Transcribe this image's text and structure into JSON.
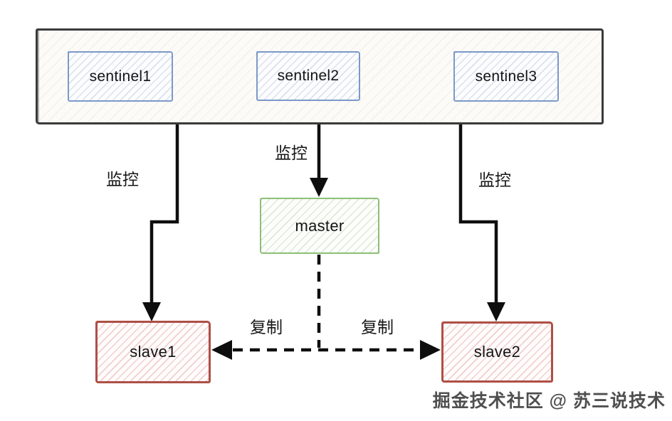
{
  "diagram": {
    "nodes": {
      "sentinel1": {
        "label": "sentinel1"
      },
      "sentinel2": {
        "label": "sentinel2"
      },
      "sentinel3": {
        "label": "sentinel3"
      },
      "master": {
        "label": "master"
      },
      "slave1": {
        "label": "slave1"
      },
      "slave2": {
        "label": "slave2"
      }
    },
    "edge_labels": {
      "monitor_left": "监控",
      "monitor_middle": "监控",
      "monitor_right": "监控",
      "replicate_left": "复制",
      "replicate_right": "复制"
    },
    "watermark": "掘金技术社区 @ 苏三说技术",
    "colors": {
      "container_border": "#3a3a3a",
      "sentinel_border": "#7c99c7",
      "master_border": "#8cbe77",
      "slave_border": "#ae4f45",
      "arrow": "#0e0e0e"
    }
  }
}
